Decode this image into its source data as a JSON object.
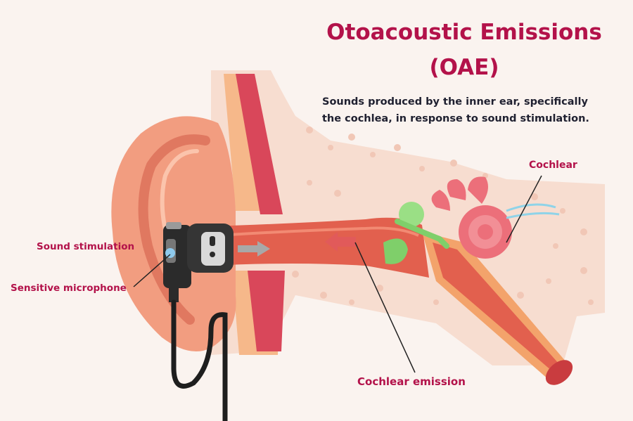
{
  "header": {
    "title_line1": "Otoacoustic Emissions",
    "title_line2": "(OAE)",
    "subtitle_line1": "Sounds produced by the inner ear, specifically",
    "subtitle_line2": "the cochlea, in response to sound stimulation."
  },
  "labels": {
    "cochlear": "Cochlear",
    "sound_stimulation": "Sound stimulation",
    "sensitive_microphone": "Sensitive microphone",
    "cochlear_emission": "Cochlear emission"
  },
  "colors": {
    "title": "#b3124a",
    "text": "#1f2030",
    "background": "#faf3ef",
    "skin": "#f29d80",
    "canal": "#e2604e",
    "cochlea": "#ec6f7a",
    "bone": "#f7ddd0"
  }
}
